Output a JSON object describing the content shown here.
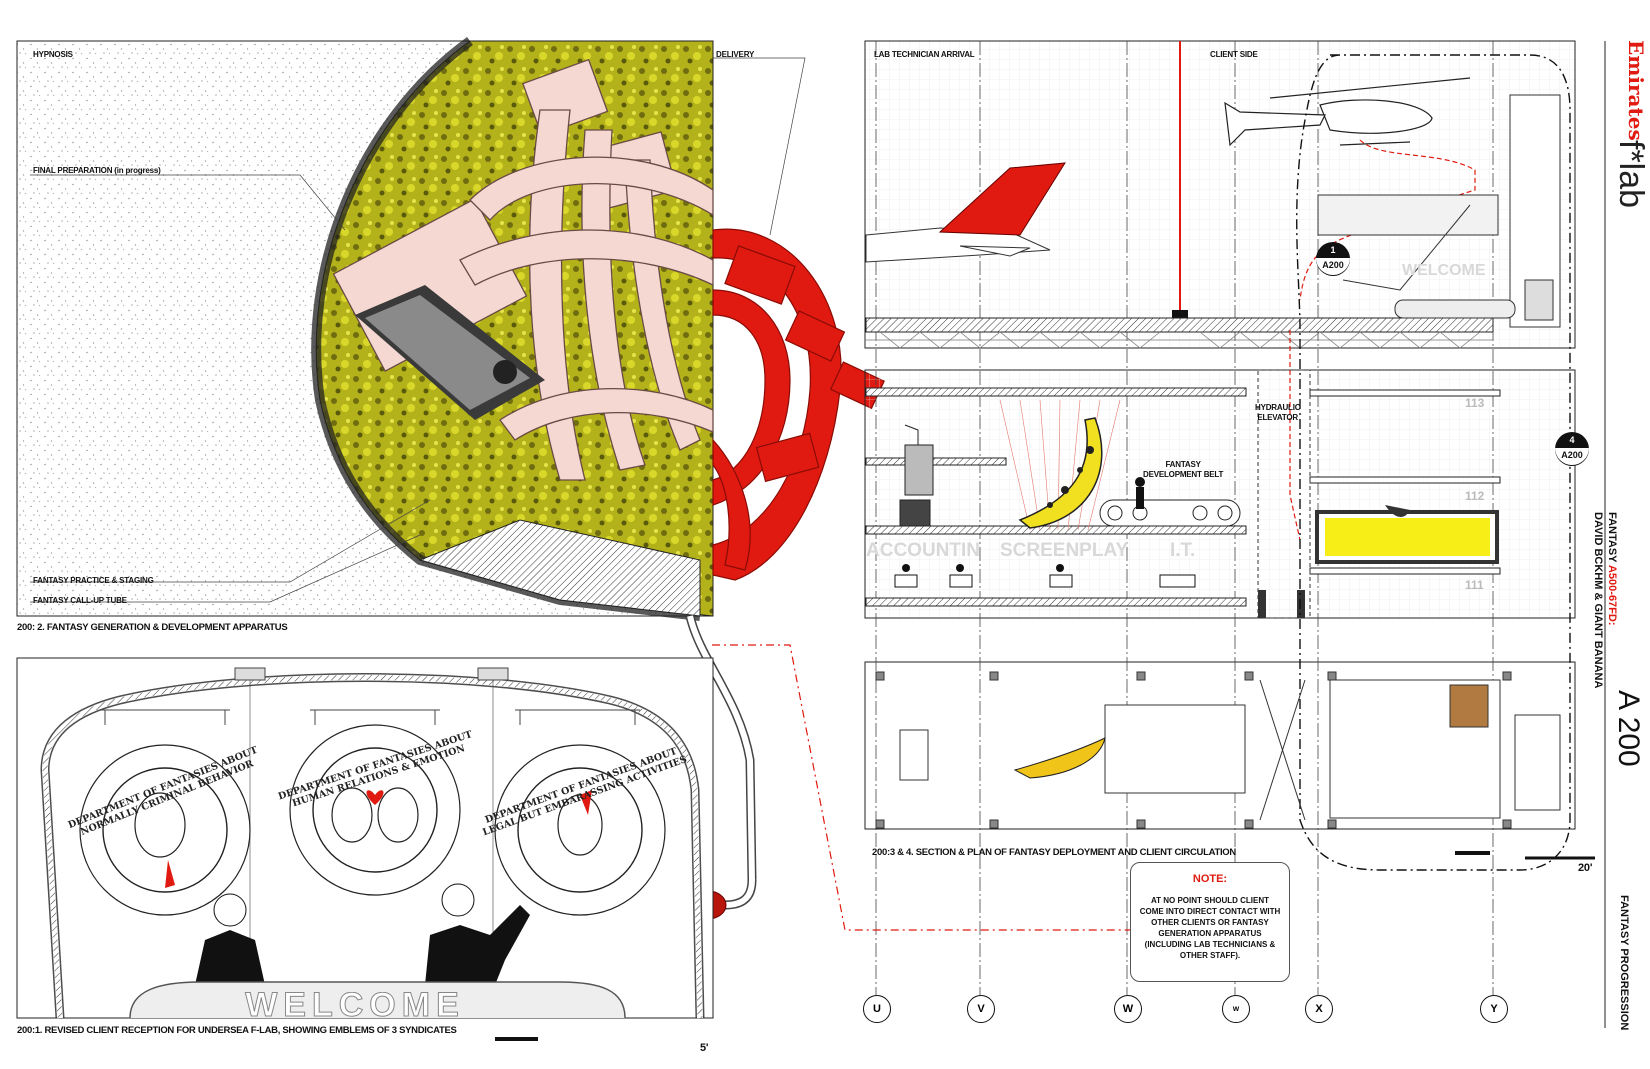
{
  "panel_top_left": {
    "labels": {
      "hypnosis": "HYPNOSIS",
      "final_prep": "FINAL PREPARATION (in progress)",
      "practice": "FANTASY PRACTICE & STAGING",
      "callup": "FANTASY CALL-UP TUBE",
      "delivery": "DELIVERY"
    },
    "caption": "200: 2. FANTASY GENERATION & DEVELOPMENT APPARATUS"
  },
  "panel_bottom_left": {
    "emblems": [
      {
        "text": "DEPARTMENT OF FANTASIES ABOUT NORMALLY CRIMINAL BEHAVIOR"
      },
      {
        "text": "DEPARTMENT OF FANTASIES ABOUT HUMAN RELATIONS & EMOTION"
      },
      {
        "text": "DEPARTMENT OF FANTASIES ABOUT LEGAL BUT EMBARASSING ACTIVITIES"
      }
    ],
    "desk_sign": "WELCOME",
    "caption": "200:1. REVISED CLIENT RECEPTION FOR UNDERSEA F-LAB, SHOWING EMBLEMS OF 3 SYNDICATES",
    "scale": "5'"
  },
  "panel_right": {
    "labels": {
      "lab_tech": "LAB TECHNICIAN ARRIVAL",
      "client_side": "CLIENT SIDE",
      "hydraulic": "HYDRAULIC\nELEVATOR",
      "belt": "FANTASY\nDEVELOPMENT BELT",
      "welcome": "WELCOME"
    },
    "rooms": {
      "accounting": "ACCOUNTIN",
      "screenplay": "SCREENPLAY",
      "it": "I.T."
    },
    "room_numbers": [
      "113",
      "112",
      "111"
    ],
    "section_marker": {
      "num": "1",
      "ref": "A200"
    },
    "section_marker2": {
      "num": "4",
      "ref": "A200"
    },
    "caption": "200:3 & 4. SECTION & PLAN OF FANTASY DEPLOYMENT AND CLIENT CIRCULATION",
    "scale": "20'",
    "grid": [
      "U",
      "V",
      "W",
      "w",
      "X",
      "Y"
    ],
    "note": {
      "title": "NOTE:",
      "body": "AT NO POINT SHOULD CLIENT COME INTO DIRECT CONTACT WITH OTHER CLIENTS OR FANTASY GENERATION APPARATUS (INCLUDING LAB TECHNICIANS & OTHER STAFF)."
    }
  },
  "title_block": {
    "brand": "Emirates",
    "lab": "f*lab",
    "project_prefix": "FANTASY ",
    "project_code": "A500-67FD:",
    "project_name": "DAVID BCKHM & GIANT BANANA",
    "sheet": "A 200",
    "sheet_title": "FANTASY PROGRESSION"
  },
  "colors": {
    "red": "#e01a10",
    "yellow": "#d7d60f",
    "olive": "#8a8a10",
    "pink": "#f5d8d2",
    "ink": "#111111"
  }
}
